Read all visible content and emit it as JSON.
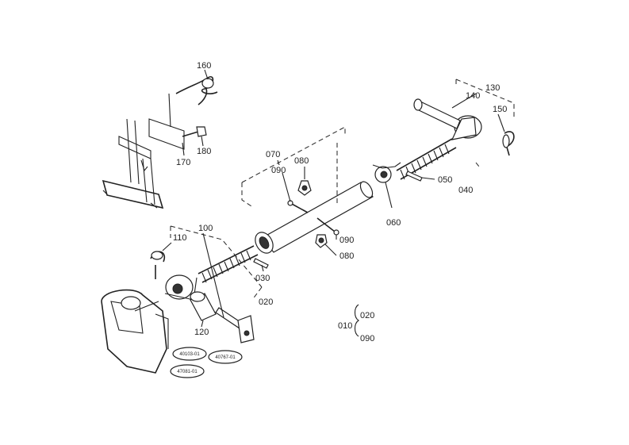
{
  "callouts": [
    {
      "key": "p160",
      "text": "160"
    },
    {
      "key": "p170",
      "text": "170"
    },
    {
      "key": "p180",
      "text": "180"
    },
    {
      "key": "p070",
      "text": "070"
    },
    {
      "key": "p090a",
      "text": "090"
    },
    {
      "key": "p080a",
      "text": "080"
    },
    {
      "key": "p130",
      "text": "130"
    },
    {
      "key": "p140",
      "text": "140"
    },
    {
      "key": "p150",
      "text": "150"
    },
    {
      "key": "p050",
      "text": "050"
    },
    {
      "key": "p040",
      "text": "040"
    },
    {
      "key": "p060",
      "text": "060"
    },
    {
      "key": "p090b",
      "text": "090"
    },
    {
      "key": "p080b",
      "text": "080"
    },
    {
      "key": "p110",
      "text": "110"
    },
    {
      "key": "p100",
      "text": "100"
    },
    {
      "key": "p030",
      "text": "030"
    },
    {
      "key": "p020",
      "text": "020"
    },
    {
      "key": "p120",
      "text": "120"
    },
    {
      "key": "p010",
      "text": "010"
    },
    {
      "key": "p020b",
      "text": "020"
    },
    {
      "key": "p090c",
      "text": "090"
    }
  ],
  "stamp_codes": [
    "40103-01",
    "40767-01",
    "47081-01"
  ]
}
